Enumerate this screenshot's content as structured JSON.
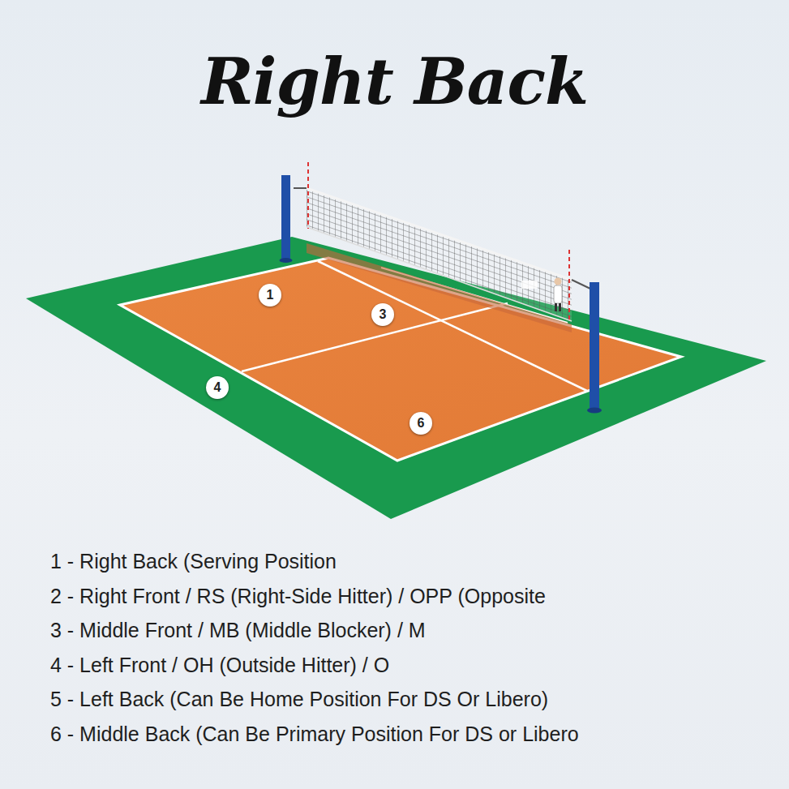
{
  "diagram": {
    "title": "Right Back",
    "nodes": [
      {
        "text": [
          "1"
        ]
      },
      {
        "text": [
          "3"
        ]
      },
      {
        "text": [
          "4"
        ]
      },
      {
        "text": [
          "6"
        ]
      }
    ],
    "labels": [
      "1 - Right Back (Serving Position",
      "2 - Right Front / RS (Right-Side Hitter) / OPP (Opposite",
      "3 - Middle Front / MB (Middle Blocker) / M",
      "4 - Left Front / OH (Outside Hitter) / O",
      "5 - Left Back (Can Be Home Position For DS Or Libero)",
      "6 - Middle Back (Can Be Primary Position For DS or Libero"
    ]
  }
}
